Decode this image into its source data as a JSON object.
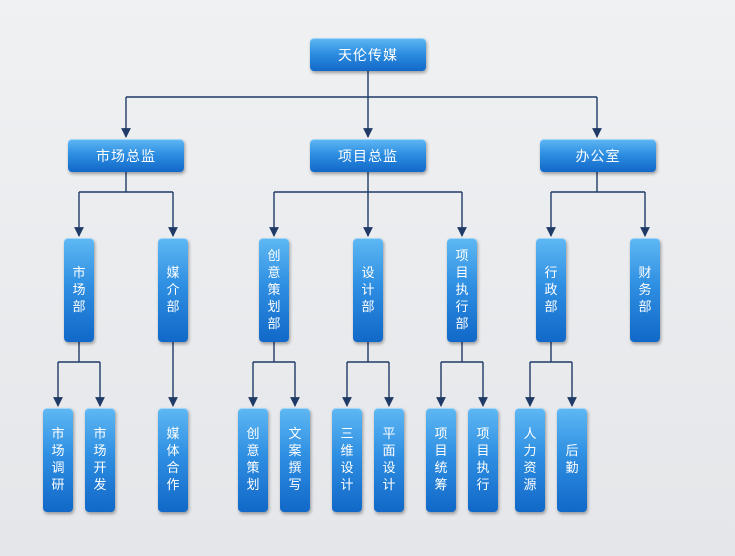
{
  "org_chart": {
    "root": {
      "id": "root",
      "label": "天伦传媒"
    },
    "directors": [
      {
        "id": "d1",
        "label": "市场总监"
      },
      {
        "id": "d2",
        "label": "项目总监"
      },
      {
        "id": "d3",
        "label": "办公室"
      }
    ],
    "departments": [
      {
        "id": "m1",
        "parent": "d1",
        "label": "市场部"
      },
      {
        "id": "m2",
        "parent": "d1",
        "label": "媒介部"
      },
      {
        "id": "m3",
        "parent": "d2",
        "label": "创意策划部"
      },
      {
        "id": "m4",
        "parent": "d2",
        "label": "设计部"
      },
      {
        "id": "m5",
        "parent": "d2",
        "label": "项目执行部"
      },
      {
        "id": "m6",
        "parent": "d3",
        "label": "行政部"
      },
      {
        "id": "m7",
        "parent": "d3",
        "label": "财务部"
      }
    ],
    "teams": [
      {
        "id": "t1",
        "parent": "m1",
        "label": "市场调研"
      },
      {
        "id": "t2",
        "parent": "m1",
        "label": "市场开发"
      },
      {
        "id": "t3",
        "parent": "m2",
        "label": "媒体合作"
      },
      {
        "id": "t4",
        "parent": "m3",
        "label": "创意策划"
      },
      {
        "id": "t5",
        "parent": "m3",
        "label": "文案撰写"
      },
      {
        "id": "t6",
        "parent": "m4",
        "label": "三维设计"
      },
      {
        "id": "t7",
        "parent": "m4",
        "label": "平面设计"
      },
      {
        "id": "t8",
        "parent": "m5",
        "label": "项目统筹"
      },
      {
        "id": "t9",
        "parent": "m5",
        "label": "项目执行"
      },
      {
        "id": "t10",
        "parent": "m6",
        "label": "人力资源"
      },
      {
        "id": "t11",
        "parent": "m6",
        "label": "后勤"
      }
    ]
  },
  "colors": {
    "node_top": "#5fb8f3",
    "node_bottom": "#1168c8",
    "connector": "#1f3a66",
    "background": "#eaecef"
  }
}
